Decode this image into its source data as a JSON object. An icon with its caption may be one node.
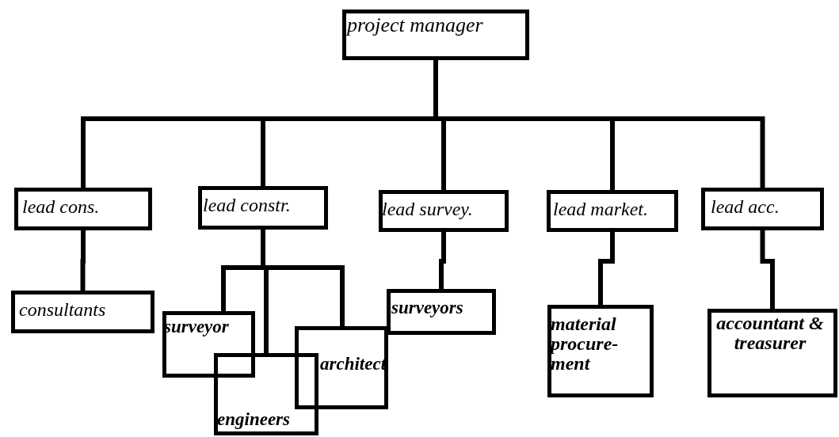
{
  "diagram": {
    "nodes": [
      {
        "text": [
          "project manager"
        ]
      },
      {
        "text": [
          "lead cons."
        ]
      },
      {
        "text": [
          "lead constr."
        ]
      },
      {
        "text": [
          "lead survey."
        ]
      },
      {
        "text": [
          "lead market."
        ]
      },
      {
        "text": [
          "lead acc."
        ]
      },
      {
        "text": [
          "consultants"
        ]
      },
      {
        "text": [
          "surveyor"
        ]
      },
      {
        "text": [
          "architect"
        ]
      },
      {
        "text": [
          "engineers"
        ]
      },
      {
        "text": [
          "surveyors"
        ]
      },
      {
        "text": [
          "material procure- ment"
        ]
      },
      {
        "text": [
          "accountant & treasurer"
        ]
      }
    ],
    "edges": [
      {
        "from": 0,
        "to": 1,
        "arrow": "none"
      },
      {
        "from": 0,
        "to": 2,
        "arrow": "none"
      },
      {
        "from": 0,
        "to": 3,
        "arrow": "none"
      },
      {
        "from": 0,
        "to": 4,
        "arrow": "none"
      },
      {
        "from": 0,
        "to": 5,
        "arrow": "none"
      },
      {
        "from": 1,
        "to": 6,
        "arrow": "none"
      },
      {
        "from": 2,
        "to": 7,
        "arrow": "none"
      },
      {
        "from": 2,
        "to": 8,
        "arrow": "none"
      },
      {
        "from": 2,
        "to": 9,
        "arrow": "none"
      },
      {
        "from": 3,
        "to": 10,
        "arrow": "none"
      },
      {
        "from": 4,
        "to": 11,
        "arrow": "none"
      },
      {
        "from": 5,
        "to": 12,
        "arrow": "none"
      }
    ]
  }
}
